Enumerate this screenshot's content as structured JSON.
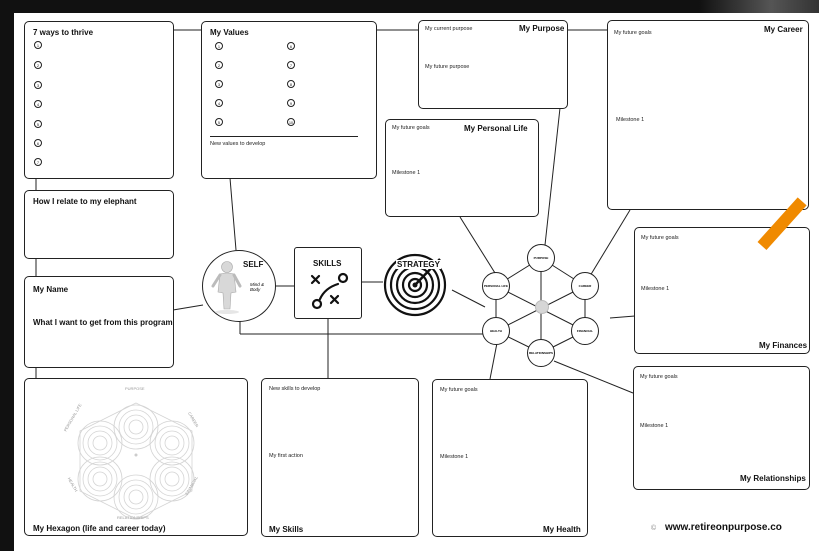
{
  "thrive": {
    "title": "7 ways to thrive",
    "numbers": [
      "1",
      "2",
      "3",
      "4",
      "5",
      "6",
      "7"
    ]
  },
  "values": {
    "title": "My Values",
    "numbers": [
      "1",
      "2",
      "3",
      "4",
      "5",
      "6",
      "7",
      "8",
      "9",
      "10"
    ],
    "develop_label": "New values to develop"
  },
  "elephant": {
    "title": "How I relate to my elephant"
  },
  "name": {
    "title": "My Name",
    "program_label": "What I want to get from this program"
  },
  "hexagon": {
    "title": "My Hexagon (life and career today)",
    "labels": {
      "top": "PURPOSE",
      "right_top": "CAREER",
      "right_bottom": "FINANCIAL",
      "bottom": "RELATIONSHIPS",
      "left_bottom": "HEALTH",
      "left_top": "PERSONAL LIFE"
    }
  },
  "self": {
    "label": "SELF",
    "sub": "Mind & Body"
  },
  "skills_icon": {
    "label": "SKILLS"
  },
  "strategy": {
    "label": "STRATEGY"
  },
  "purpose": {
    "title": "My Purpose",
    "current": "My current purpose",
    "future": "My future purpose"
  },
  "personal": {
    "title": "My Personal Life",
    "goals": "My future goals",
    "milestone": "Milestone 1"
  },
  "career": {
    "title": "My Career",
    "goals": "My future goals",
    "milestone": "Milestone 1"
  },
  "finances": {
    "title": "My Finances",
    "goals": "My future goals",
    "milestone": "Milestone 1"
  },
  "relationships": {
    "title": "My Relationships",
    "goals": "My future goals",
    "milestone": "Milestone 1"
  },
  "health": {
    "title": "My Health",
    "goals": "My future goals",
    "milestone": "Milestone 1"
  },
  "myskills": {
    "title": "My Skills",
    "develop": "New skills to develop",
    "action": "My first action"
  },
  "network": {
    "nodes": [
      "PURPOSE",
      "PERSONAL LIFE",
      "CAREER",
      "HEALTH",
      "FINANCIAL",
      "RELATIONSHIPS"
    ]
  },
  "footer": {
    "url": "www.retireonpurpose.co"
  },
  "colors": {
    "accent": "#f08a00",
    "frame": "#111111"
  }
}
